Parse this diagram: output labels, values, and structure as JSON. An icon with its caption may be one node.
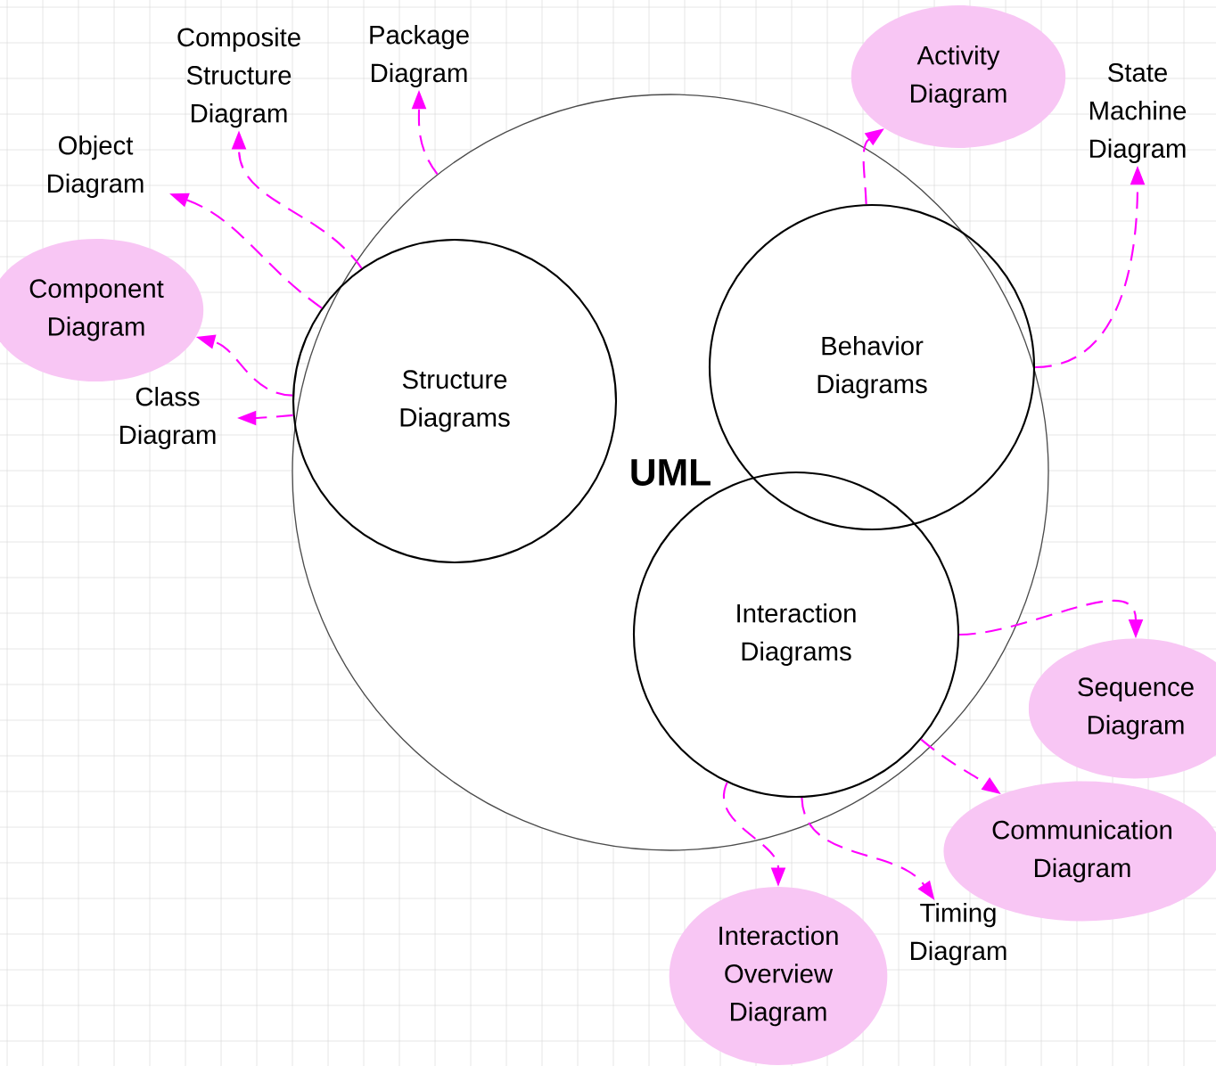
{
  "diagram": {
    "nodes": [
      {
        "text": [
          "UML"
        ]
      },
      {
        "text": [
          "Structure Diagrams"
        ],
        "in": 0
      },
      {
        "text": [
          "Behavior Diagrams"
        ],
        "in": 0
      },
      {
        "text": [
          "Interaction Diagrams"
        ],
        "in": 0
      },
      {
        "text": [
          "Composite Structure Diagram"
        ]
      },
      {
        "text": [
          "Package Diagram"
        ]
      },
      {
        "text": [
          "Object Diagram"
        ]
      },
      {
        "text": [
          "Component Diagram"
        ]
      },
      {
        "text": [
          "Class Diagram"
        ]
      },
      {
        "text": [
          "Activity Diagram"
        ]
      },
      {
        "text": [
          "State Machine Diagram"
        ]
      },
      {
        "text": [
          "Sequence Diagram"
        ]
      },
      {
        "text": [
          "Communication Diagram"
        ]
      },
      {
        "text": [
          "Timing Diagram"
        ]
      },
      {
        "text": [
          "Interaction Overview Diagram"
        ]
      }
    ],
    "edges": [
      {
        "from": 1,
        "to": 4,
        "arrow": "to",
        "style": "dashed"
      },
      {
        "from": 0,
        "to": 5,
        "arrow": "to",
        "style": "dashed"
      },
      {
        "from": 1,
        "to": 6,
        "arrow": "to",
        "style": "dashed"
      },
      {
        "from": 1,
        "to": 7,
        "arrow": "to",
        "style": "dashed"
      },
      {
        "from": 1,
        "to": 8,
        "arrow": "to",
        "style": "dashed"
      },
      {
        "from": 2,
        "to": 9,
        "arrow": "to",
        "style": "dashed"
      },
      {
        "from": 2,
        "to": 10,
        "arrow": "to",
        "style": "dashed"
      },
      {
        "from": 3,
        "to": 11,
        "arrow": "to",
        "style": "dashed"
      },
      {
        "from": 3,
        "to": 12,
        "arrow": "to",
        "style": "dashed"
      },
      {
        "from": 3,
        "to": 13,
        "arrow": "to",
        "style": "dashed"
      },
      {
        "from": 3,
        "to": 14,
        "arrow": "to",
        "style": "dashed"
      }
    ]
  }
}
